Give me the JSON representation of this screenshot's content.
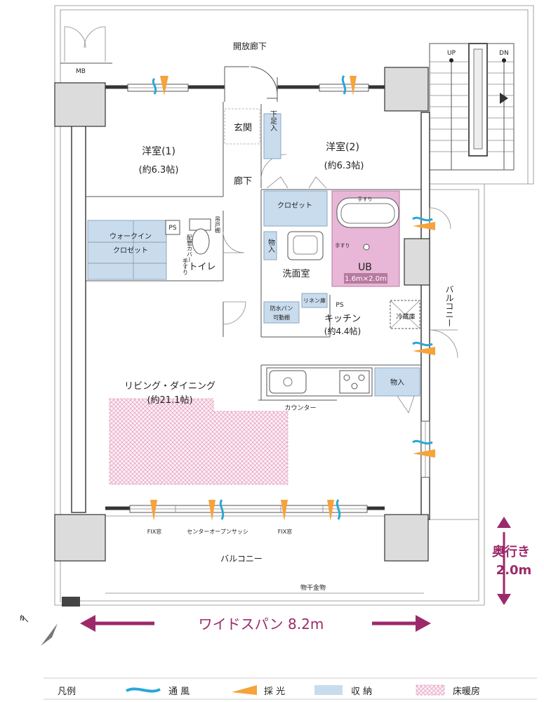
{
  "rooms": {
    "open_corridor": "開放廊下",
    "mb": "MB",
    "entrance": "玄関",
    "shoe_storage": "下足入",
    "western1_name": "洋室(1)",
    "western1_size": "(約6.3帖)",
    "western2_name": "洋室(2)",
    "western2_size": "(約6.3帖)",
    "hallway": "廊下",
    "walkin_line1": "ウォークイン",
    "walkin_line2": "クロゼット",
    "ps1": "PS",
    "ps2": "PS",
    "toilet": "トイレ",
    "pipe_cover": "配管カバー",
    "shelf": "吊戸棚",
    "handrail_toilet": "手すり",
    "closet": "クロゼット",
    "storage_small": "物入",
    "storage_kitchen": "物入",
    "washroom": "洗面室",
    "ub": "UB",
    "ub_size": "1.6m×2.0m",
    "handrail_bath1": "手すり",
    "handrail_bath2": "手すり",
    "linen": "リネン庫",
    "waterproof_line1": "防水パン",
    "waterproof_line2": "可動棚",
    "kitchen_name": "キッチン",
    "kitchen_size": "(約4.4帖)",
    "fridge": "冷蔵庫",
    "counter": "カウンター",
    "living_name": "リビング・ダイニング",
    "living_size": "(約21.1帖)",
    "balcony_side": "バルコニー",
    "balcony_bottom": "バルコニー",
    "fix_window1": "FIX窓",
    "center_sash": "センターオープンサッシ",
    "fix_window2": "FIX窓",
    "clothes_hanger": "物干金物",
    "stair_up": "UP",
    "stair_dn": "DN"
  },
  "dimensions": {
    "depth_label": "奥行き",
    "depth_value": "2.0m",
    "wide_span": "ワイドスパン 8.2m"
  },
  "legend": {
    "title": "凡例",
    "ventilation": "通 風",
    "daylight": "採 光",
    "storage": "収 納",
    "floor_heating": "床暖房"
  },
  "colors": {
    "ventilation": "#2aa7d6",
    "daylight": "#f5a33a",
    "storage": "#c9dced",
    "floor_heating": "#e7a6c4",
    "unit_bath": "#e8b6d6",
    "dimension_arrow": "#9c2a6b"
  }
}
